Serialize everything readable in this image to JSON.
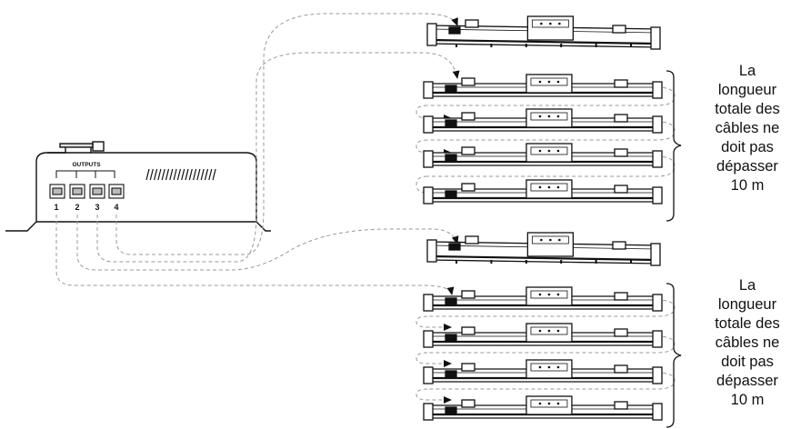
{
  "controller": {
    "outputs_label": "OUTPUTS",
    "ports": [
      "1",
      "2",
      "3",
      "4"
    ]
  },
  "notes": {
    "cable_length_top": "La\nlongueur\ntotale des\ncâbles ne\ndoit pas\ndépasser\n10 m",
    "cable_length_bottom": "La\nlongueur\ntotale des\ncâbles ne\ndoit pas\ndépasser\n10 m"
  },
  "colors": {
    "line": "#111111",
    "dashed_cable": "#999999",
    "fixture_fill": "#ffffff"
  }
}
